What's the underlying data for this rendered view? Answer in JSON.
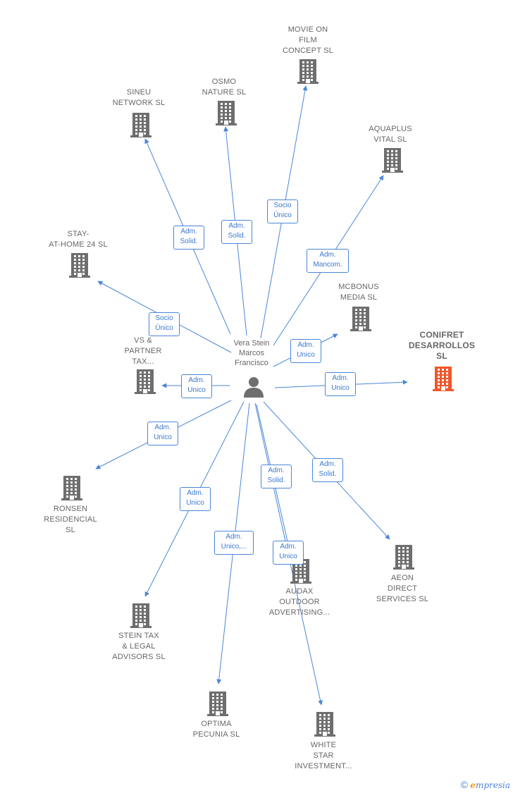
{
  "center_person": {
    "name": "Vera Stein\nMarcos\nFrancisco"
  },
  "colors": {
    "edge": "#4a86d8",
    "node": "#6e6e6e",
    "focus": "#f0562a"
  },
  "nodes": [
    {
      "id": "movie",
      "label": "MOVIE ON\nFILM\nCONCEPT  SL",
      "focus": false
    },
    {
      "id": "osmo",
      "label": "OSMO\nNATURE  SL",
      "focus": false
    },
    {
      "id": "sineu",
      "label": "SINEU\nNETWORK SL",
      "focus": false
    },
    {
      "id": "aquaplus",
      "label": "AQUAPLUS\nVITAL  SL",
      "focus": false
    },
    {
      "id": "stay",
      "label": "STAY-\nAT-HOME 24 SL",
      "focus": false
    },
    {
      "id": "mcbonus",
      "label": "MCBONUS\nMEDIA SL",
      "focus": false
    },
    {
      "id": "conifret",
      "label": "CONIFRET\nDESARROLLOS\nSL",
      "focus": true
    },
    {
      "id": "vs",
      "label": "VS &\nPARTNER\nTAX...",
      "focus": false
    },
    {
      "id": "ronsen",
      "label": "RONSEN\nRESIDENCIAL\nSL",
      "focus": false
    },
    {
      "id": "aeon",
      "label": "AEON\nDIRECT\nSERVICES  SL",
      "focus": false
    },
    {
      "id": "audax",
      "label": "AUDAX\nOUTDOOR\nADVERTISING...",
      "focus": false
    },
    {
      "id": "stein",
      "label": "STEIN TAX\n& LEGAL\nADVISORS  SL",
      "focus": false
    },
    {
      "id": "optima",
      "label": "OPTIMA\nPECUNIA  SL",
      "focus": false
    },
    {
      "id": "white",
      "label": "WHITE\nSTAR\nINVESTMENT...",
      "focus": false
    }
  ],
  "edges": [
    {
      "to": "movie",
      "label": "Socio\nÚnico"
    },
    {
      "to": "osmo",
      "label": "Adm.\nSolid."
    },
    {
      "to": "sineu",
      "label": "Adm.\nSolid."
    },
    {
      "to": "aquaplus",
      "label": "Adm.\nMancom."
    },
    {
      "to": "stay",
      "label": "Socio\nÚnico"
    },
    {
      "to": "mcbonus",
      "label": "Adm.\nUnico"
    },
    {
      "to": "conifret",
      "label": "Adm.\nUnico"
    },
    {
      "to": "vs",
      "label": "Adm.\nUnico"
    },
    {
      "to": "ronsen",
      "label": "Adm.\nUnico"
    },
    {
      "to": "aeon",
      "label": "Adm.\nSolid."
    },
    {
      "to": "audax",
      "label": "Adm.\nSolid."
    },
    {
      "to": "stein",
      "label": "Adm.\nUnico"
    },
    {
      "to": "optima",
      "label": "Adm.\nUnico,..."
    },
    {
      "to": "white",
      "label": "Adm.\nUnico"
    }
  ],
  "footer": {
    "copyright": "©",
    "brand_e": "e",
    "brand_rest": "mpresia"
  }
}
